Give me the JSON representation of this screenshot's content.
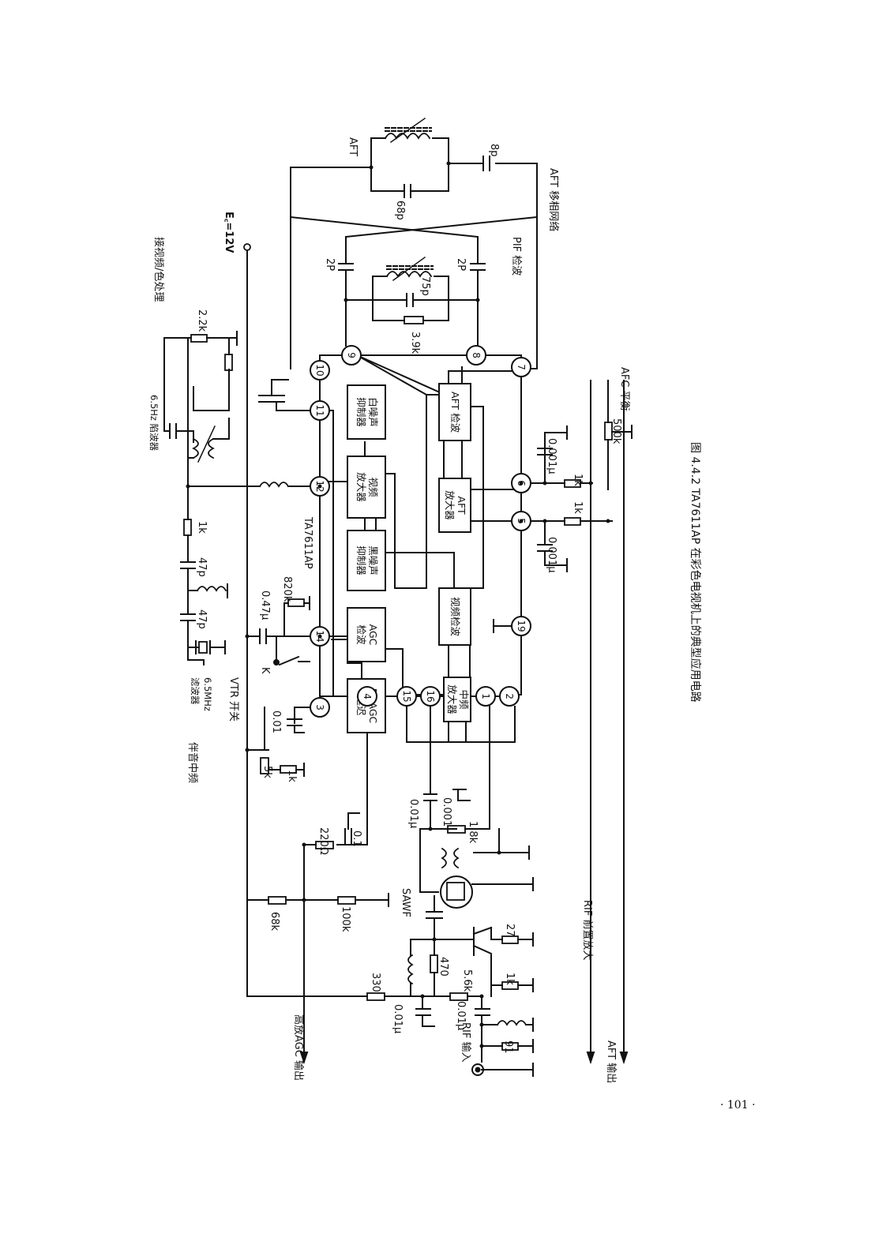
{
  "page_number": "· 101 ·",
  "caption": "图 4.4.2   TA7611AP 在彩色电视机上的典型应用电路",
  "chip_name": "TA7611AP",
  "supply": "E꜀=12V",
  "blocks": {
    "rf_agc": "RF.AGC\n延迟",
    "agc_det": "AGC\n检波",
    "black_noise": "黑噪声\n抑制器",
    "video_amp": "视频\n放大器",
    "white_noise": "白噪声\n抑制器",
    "if_amp": "中频\n放大器",
    "video_det": "视频检波",
    "aft_amp": "AFT\n放大器",
    "aft_det": "AFT 检波"
  },
  "pins": [
    "1",
    "2",
    "3",
    "4",
    "5",
    "6",
    "7",
    "8",
    "9",
    "10",
    "11",
    "12",
    "14",
    "15",
    "16",
    "19"
  ],
  "labels": {
    "aft_top": "AFT",
    "aft_phase": "AFT 移相网络",
    "pif_det": "PIF 检波",
    "to_video": "接视频/色处理",
    "trap": "6.5Hz 陷波器",
    "filter": "6.5MHz\n滤波器",
    "vtr_switch": "VTR 开关",
    "sound_if": "伴音中频",
    "k_switch": "K",
    "saw": "SAWF",
    "tuner_agc": "高放AGC 输出",
    "rif_in": "RIF 输入",
    "rif_pre": "RIF 前置放大",
    "aft_out": "AFT 输出",
    "afc_bal": "AFC 平衡"
  },
  "components": {
    "c_8p": "8p",
    "c_68p": "68p",
    "c_2p_l": "2P",
    "c_2p_r": "2P",
    "c_75p": "75p",
    "r_3_9k": "3.9k",
    "r_2_2k": "2.2k",
    "r_1k_trap": "1k",
    "c_47p_a": "47p",
    "c_47p_b": "47p",
    "c_047": "0.47μ",
    "r_820k": "820k",
    "c_001_3": "0.01",
    "r_5k": "5k",
    "r_1k_3": "1k",
    "r_220": "220Ω",
    "c_01": "0.1",
    "c_001u_a": "0.01μ",
    "c_0001": "0.001",
    "r_1_8k": "1.8k",
    "r_68k": "68k",
    "r_100k": "100k",
    "r_330": "330",
    "r_470": "470",
    "r_5_6k": "5.6k",
    "r_27": "27",
    "r_1k_rf": "1k",
    "c_001u_b": "0.01μ",
    "c_001u_c": "0.01μ",
    "r_91": "91",
    "c_0001u_6": "0.001μ",
    "c_0001u_5": "0.001μ",
    "r_1k_6": "1k",
    "r_1k_5": "1k",
    "r_500k": "500k"
  }
}
